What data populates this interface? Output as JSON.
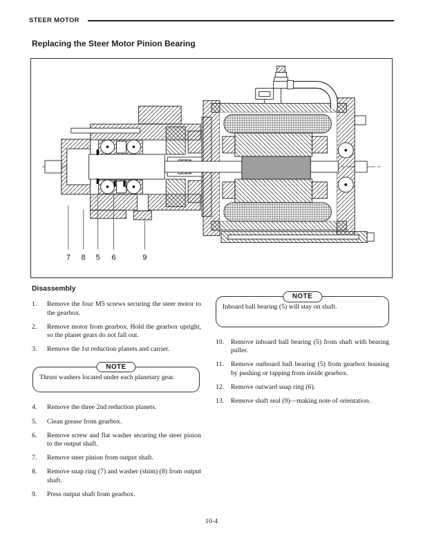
{
  "page": {
    "header": "STEER MOTOR",
    "title": "Replacing the Steer Motor Pinion Bearing",
    "page_number": "10-4"
  },
  "colors": {
    "ink": "#1a1a1a",
    "paper": "#ffffff"
  },
  "figure": {
    "description": "cross-section drawing of steer motor and gearbox",
    "callouts": [
      "7",
      "8",
      "5",
      "6",
      "9"
    ]
  },
  "disassembly": {
    "heading": "Disassembly",
    "steps_left_a": [
      {
        "num": "1.",
        "text": "Remove the four M5 screws securing the steer motor to the gearbox."
      },
      {
        "num": "2.",
        "text": "Remove motor from gearbox. Hold the gearbox upright, so the planet gears do not fall out."
      },
      {
        "num": "3.",
        "text": "Remove the 1st reduction planets and carrier."
      }
    ],
    "note_left": {
      "label": "NOTE",
      "text": "Thrust washers located under each planetary gear."
    },
    "steps_left_b": [
      {
        "num": "4.",
        "text": "Remove the three 2nd reduction planets."
      },
      {
        "num": "5.",
        "text": "Clean grease from gearbox."
      },
      {
        "num": "6.",
        "text": "Remove screw and flat washer securing the steer pinion to the output shaft."
      },
      {
        "num": "7.",
        "text": "Remove steer pinion from output shaft."
      },
      {
        "num": "8.",
        "text": "Remove snap ring (7) and washer (shim) (8) from output shaft."
      },
      {
        "num": "9.",
        "text": "Press output shaft from gearbox."
      }
    ],
    "note_right": {
      "label": "NOTE",
      "text": "Inboard ball bearing (5) will stay on shaft."
    },
    "steps_right": [
      {
        "num": "10.",
        "text": "Remove inboard ball bearing (5) from shaft with bearing puller."
      },
      {
        "num": "11.",
        "text": "Remove outboard ball bearing (5) from gearbox housing by pushing or tapping from inside gearbox."
      },
      {
        "num": "12.",
        "text": "Remove outward snap ring (6)."
      },
      {
        "num": "13.",
        "text": "Remove shaft seal (9)—making note of orientation."
      }
    ]
  }
}
